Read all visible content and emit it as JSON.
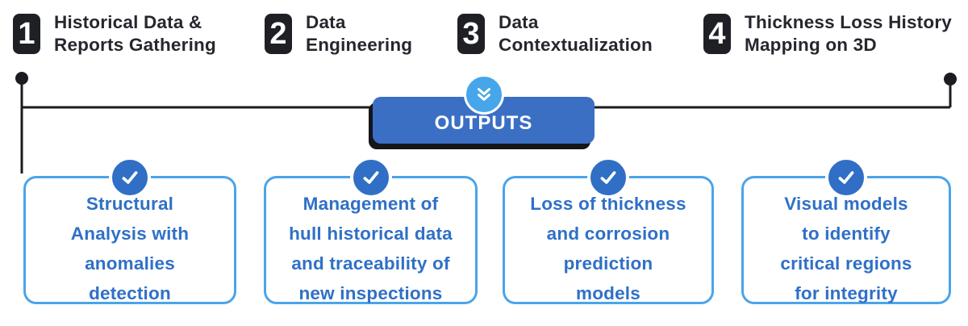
{
  "colors": {
    "dark": "#1f2026",
    "title_text": "#26272e",
    "text_blue": "#2f70c7",
    "box_border": "#4ba4e9",
    "button_blue": "#3a6fc4",
    "chevron_circle_blue": "#47a6e9",
    "check_circle_blue": "#306fc5",
    "connector": "#1b1c20"
  },
  "steps": [
    {
      "number": "1",
      "title": "Historical Data &\nReports Gathering"
    },
    {
      "number": "2",
      "title": "Data\nEngineering"
    },
    {
      "number": "3",
      "title": "Data\nContextualization"
    },
    {
      "number": "4",
      "title": "Thickness Loss History\nMapping on 3D"
    }
  ],
  "outputs": {
    "button_label": "OUTPUTS"
  },
  "output_boxes": [
    {
      "text": "Structural\nAnalysis with\nanomalies\ndetection"
    },
    {
      "text": "Management of\nhull historical data\nand traceability of\nnew inspections"
    },
    {
      "text": "Loss of thickness\nand corrosion\nprediction\nmodels"
    },
    {
      "text": "Visual models\nto identify\ncritical regions\nfor integrity"
    }
  ],
  "icons": {
    "check": "checkmark",
    "double_chevron_down": "double chevron down"
  }
}
